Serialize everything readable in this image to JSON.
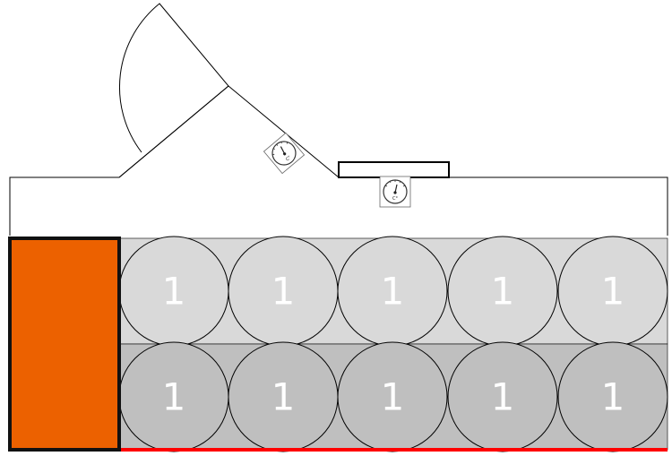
{
  "colors": {
    "background": "#ffffff",
    "outline": "#000000",
    "top_row_fill": "#d9d9d9",
    "bottom_row_fill": "#bfbfbf",
    "orange_block": "#ec6100",
    "bottom_edge_line": "#ff0000",
    "label_text": "#ffffff"
  },
  "icons": {
    "thermometer_left": "thermometer-gauge-icon",
    "thermometer_center": "thermometer-gauge-icon"
  },
  "rows": [
    {
      "row": "top",
      "labels": [
        "1",
        "1",
        "1",
        "1",
        "1"
      ]
    },
    {
      "row": "bottom",
      "labels": [
        "1",
        "1",
        "1",
        "1",
        "1"
      ]
    }
  ]
}
